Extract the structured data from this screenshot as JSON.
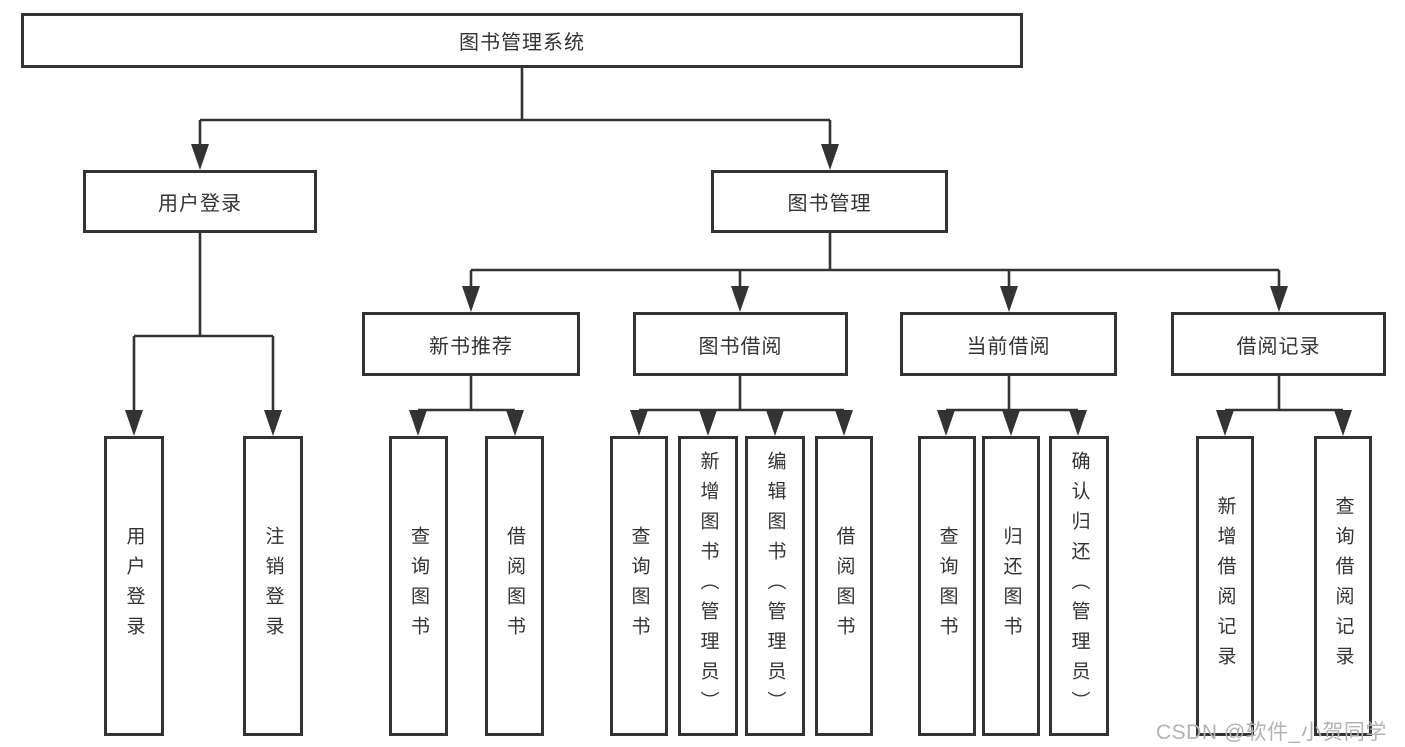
{
  "diagram": {
    "title": "图书管理系统",
    "root": {
      "label": "图书管理系统"
    },
    "level2": [
      {
        "label": "用户登录"
      },
      {
        "label": "图书管理"
      }
    ],
    "level3": [
      {
        "label": "新书推荐"
      },
      {
        "label": "图书借阅"
      },
      {
        "label": "当前借阅"
      },
      {
        "label": "借阅记录"
      }
    ],
    "leaves": {
      "login": [
        "用户登录",
        "注销登录"
      ],
      "recommend": [
        "查询图书",
        "借阅图书"
      ],
      "borrow": [
        "查询图书",
        "新增图书（管理员）",
        "编辑图书（管理员）",
        "借阅图书"
      ],
      "current": [
        "查询图书",
        "归还图书",
        "确认归还（管理员）"
      ],
      "records": [
        "新增借阅记录",
        "查询借阅记录"
      ]
    },
    "watermark": "CSDN @软件_小贺同学",
    "colors": {
      "line": "#333333",
      "text": "#333333",
      "box_background": "#ffffff",
      "watermark": "#b3b3b3"
    }
  }
}
